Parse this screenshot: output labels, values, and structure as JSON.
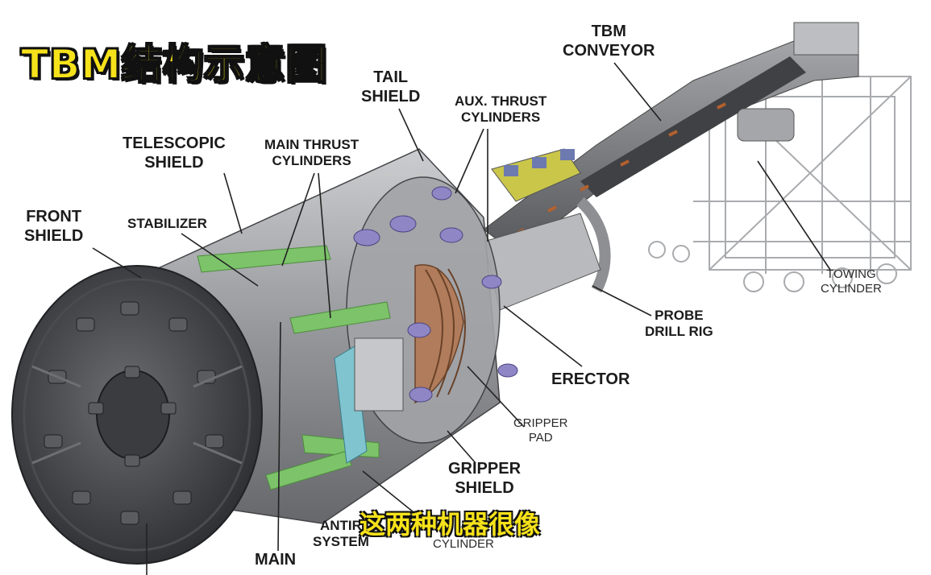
{
  "title": "TBM结构示意图",
  "subtitle_caption": "这两种机器很像",
  "labels": {
    "tail_shield": "TAIL\nSHIELD",
    "tbm_conveyor": "TBM\nCONVEYOR",
    "aux_thrust": "AUX. THRUST\nCYLINDERS",
    "telescopic": "TELESCOPIC\nSHIELD",
    "main_thrust": "MAIN THRUST\nCYLINDERS",
    "front_shield": "FRONT\nSHIELD",
    "stabilizer": "STABILIZER",
    "towing": "TOWING\nCYLINDER",
    "probe": "PROBE\nDRILL RIG",
    "erector": "ERECTOR",
    "gripper_pad": "GRIPPER\nPAD",
    "gripper_shield": "GRIPPER\nSHIELD",
    "antir": "ANTIR\nSYSTEM",
    "cylinder": "CYLINDER",
    "main": "MAIN"
  },
  "colors": {
    "caption_yellow": "#f6e21a",
    "shield_grey": "#8c8e92",
    "cylinder_green": "#7cc36a",
    "pad_brown": "#b07c5c",
    "frame_outline": "#9a9ca0"
  }
}
